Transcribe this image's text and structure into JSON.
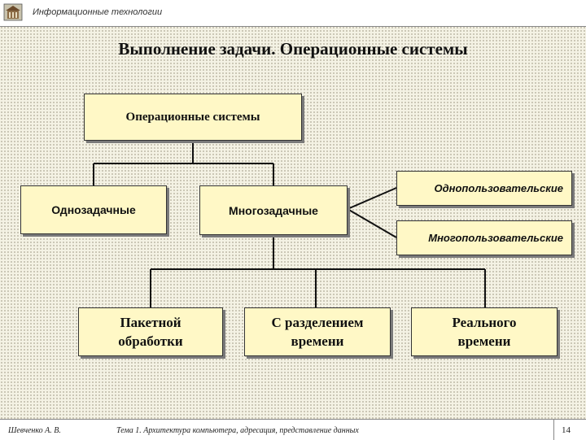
{
  "header": {
    "title": "Информационные технологии"
  },
  "slide": {
    "title": "Выполнение задачи. Операционные системы"
  },
  "diagram": {
    "root": "Операционные системы",
    "single_task": "Однозадачные",
    "multi_task": "Многозадачные",
    "single_user": "Однопользовательские",
    "multi_user": "Многопользовательские",
    "batch": [
      "Пакетной",
      "обработки"
    ],
    "time_sharing": [
      "С разделением",
      "времени"
    ],
    "real_time": [
      "Реального",
      "времени"
    ]
  },
  "footer": {
    "author": "Шевченко А. В.",
    "topic": "Тема 1. Архитектура компьютера, адресация, представление данных",
    "page": "14"
  }
}
